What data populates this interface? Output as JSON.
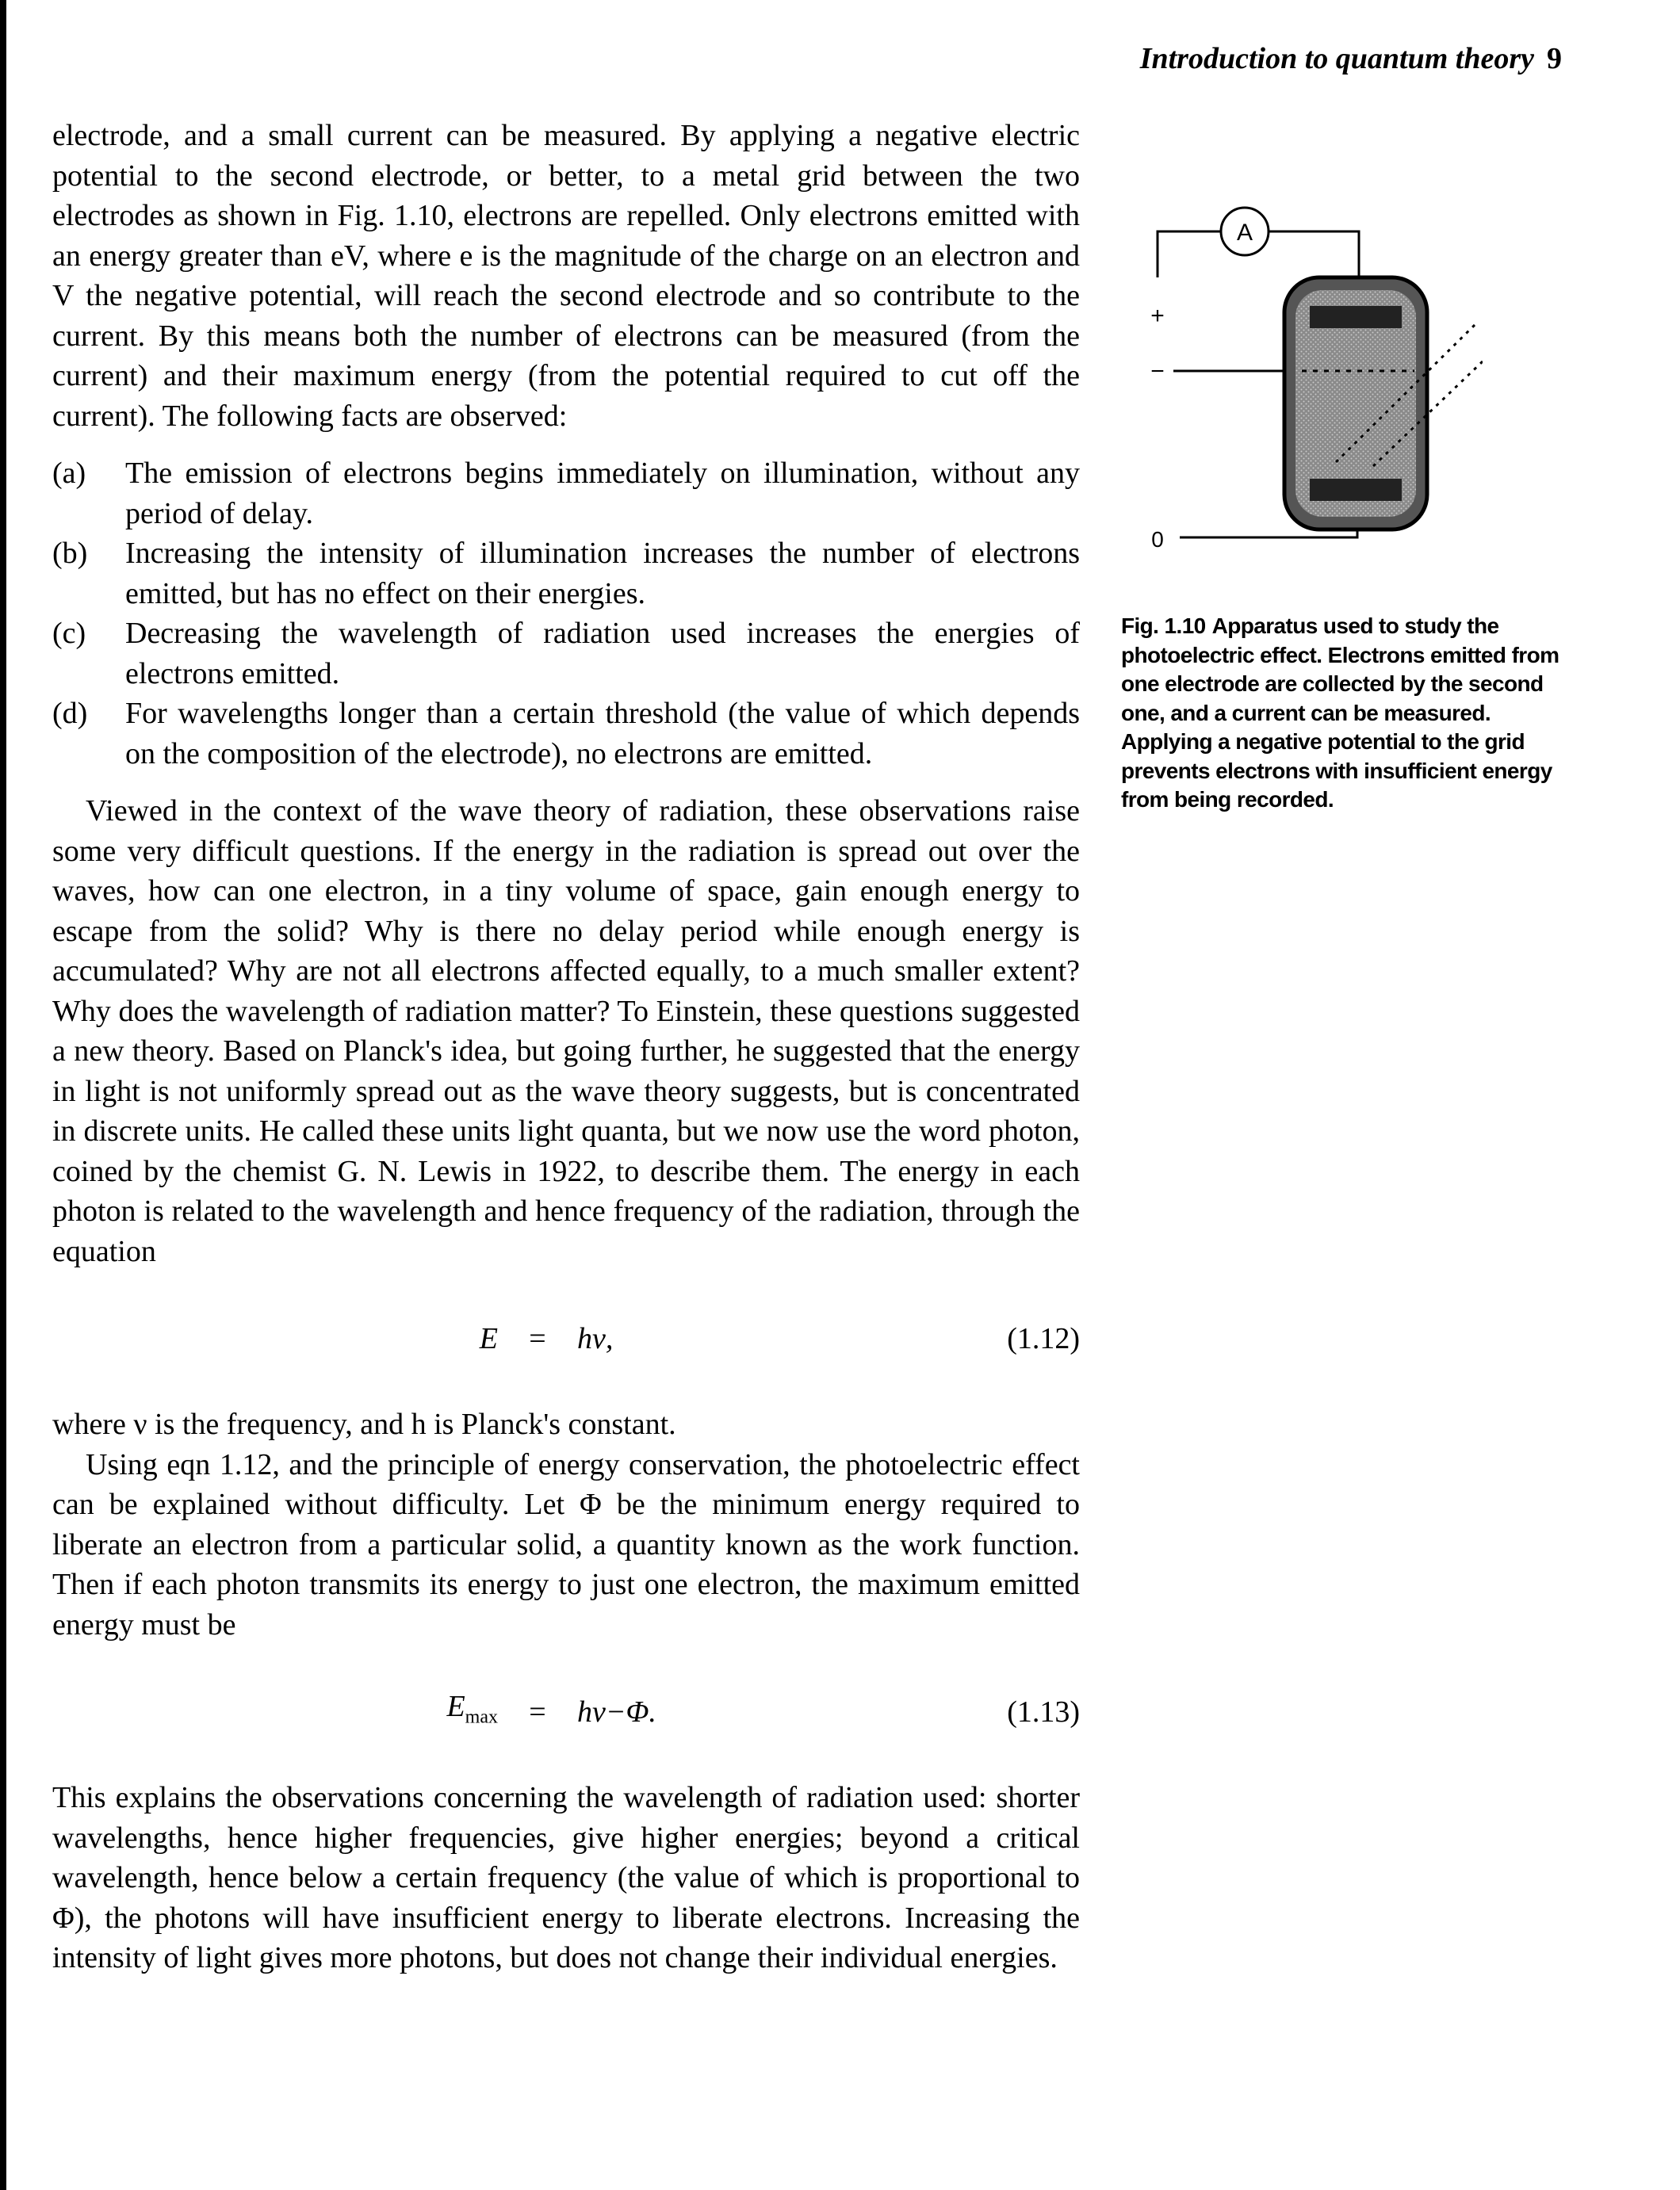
{
  "header": {
    "running_title": "Introduction to quantum theory",
    "page_number": "9"
  },
  "body": {
    "p1": "electrode, and a small current can be measured. By applying a negative electric potential to the second electrode, or better, to a metal grid between the two electrodes as shown in Fig. 1.10, electrons are repelled. Only electrons emitted with an energy greater than eV, where e is the magnitude of the charge on an electron and V the negative potential, will reach the second electrode and so contribute to the current. By this means both the number of electrons can be measured (from the current) and their maximum energy (from the potential required to cut off the current). The following facts are observed:",
    "list": [
      {
        "label": "(a)",
        "text": "The emission of electrons begins immediately on illumination, without any period of delay."
      },
      {
        "label": "(b)",
        "text": "Increasing the intensity of illumination increases the number of electrons emitted, but has no effect on their energies."
      },
      {
        "label": "(c)",
        "text": "Decreasing the wavelength of radiation used increases the energies of electrons emitted."
      },
      {
        "label": "(d)",
        "text": "For wavelengths longer than a certain threshold (the value of which depends on the composition of the electrode), no electrons are emitted."
      }
    ],
    "p2": "Viewed in the context of the wave theory of radiation, these observations raise some very difficult questions. If the energy in the radiation is spread out over the waves, how can one electron, in a tiny volume of space, gain enough energy to escape from the solid? Why is there no delay period while enough energy is accumulated? Why are not all electrons affected equally, to a much smaller extent? Why does the wavelength of radiation matter? To Einstein, these questions suggested a new theory. Based on Planck's idea, but going further, he suggested that the energy in light is not uniformly spread out as the wave theory suggests, but is concentrated in discrete units. He called these units light quanta, but we now use the word photon, coined by the chemist G. N. Lewis in 1922, to describe them. The energy in each photon is related to the wavelength and hence frequency of the radiation, through the equation",
    "eq1": {
      "lhs": "E",
      "eq": "=",
      "rhs": "hν,",
      "number": "(1.12)"
    },
    "p3": "where ν is the frequency, and h is Planck's constant.",
    "p4": "Using eqn 1.12, and the principle of energy conservation, the photoelectric effect can be explained without difficulty. Let Φ be the minimum energy required to liberate an electron from a particular solid, a quantity known as the work function. Then if each photon transmits its energy to just one electron, the maximum emitted energy must be",
    "eq2": {
      "lhs": "E",
      "lhs_sub": "max",
      "eq": "=",
      "rhs": "hν−Φ.",
      "number": "(1.13)"
    },
    "p5": "This explains the observations concerning the wavelength of radiation used: shorter wavelengths, hence higher frequencies, give higher energies; beyond a critical wavelength, hence below a certain frequency (the value of which is proportional to Φ), the photons will have insufficient energy to liberate electrons. Increasing the intensity of light gives more photons, but does not change their individual energies."
  },
  "figure": {
    "ammeter_label": "A",
    "plus_label": "+",
    "minus_label": "−",
    "zero_label": "0",
    "caption_label": "Fig. 1.10",
    "caption_text": "Apparatus used to study the photoelectric effect. Electrons emitted from one electrode are collected by the second one, and a current can be measured. Applying a negative potential to the grid prevents electrons with insufficient energy from being recorded."
  }
}
